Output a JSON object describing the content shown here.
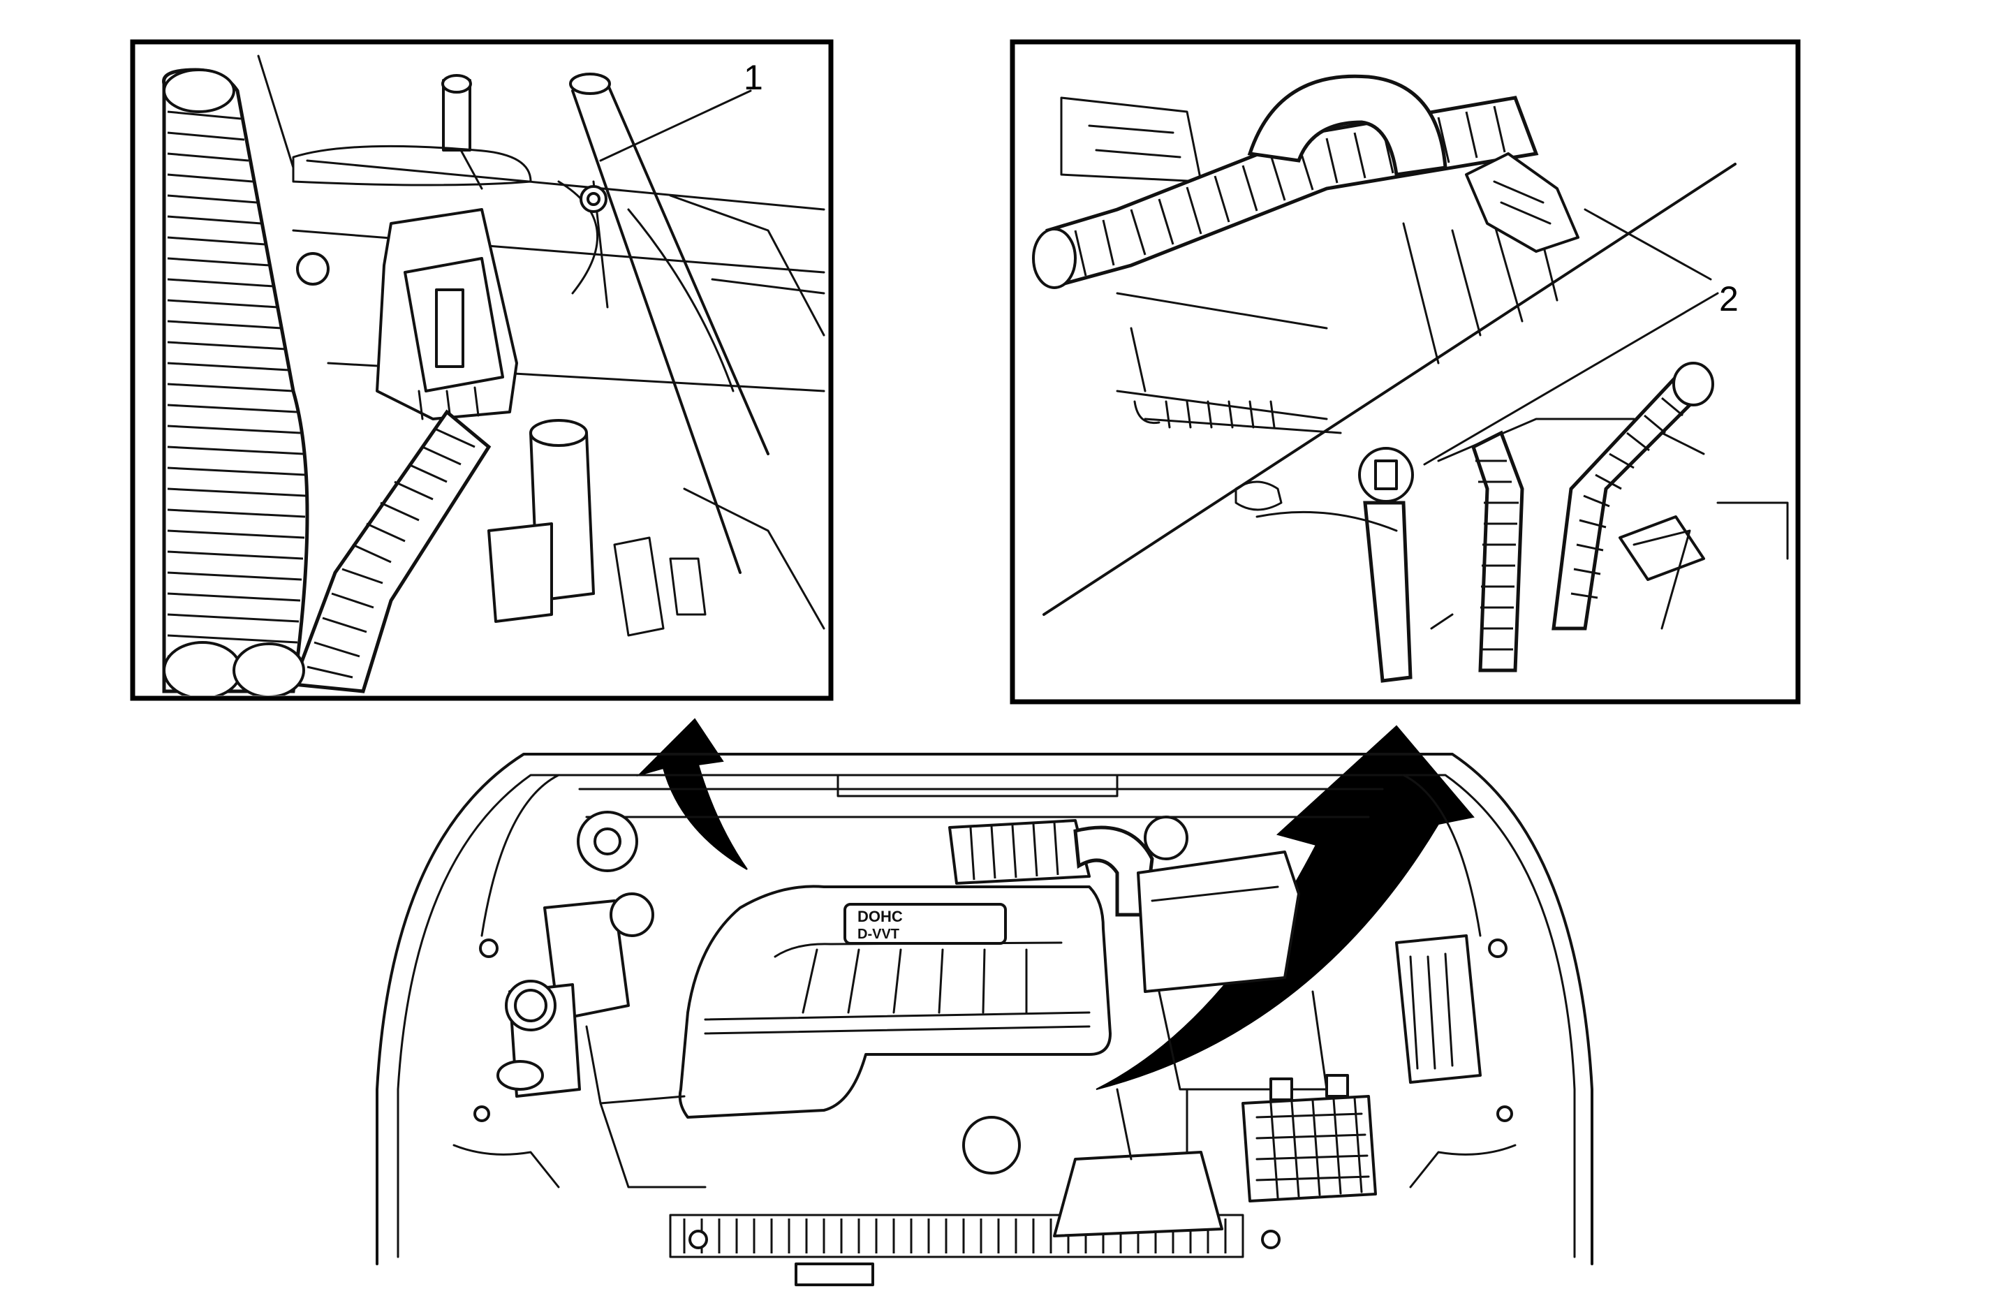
{
  "callouts": [
    {
      "id": "1",
      "label": "1"
    },
    {
      "id": "2",
      "label": "2"
    }
  ],
  "engine_cover_lettering": [
    "DOHC",
    "D-VVT"
  ],
  "colors": {
    "line": "#111111",
    "background": "#ffffff",
    "arrow": "#000000"
  }
}
